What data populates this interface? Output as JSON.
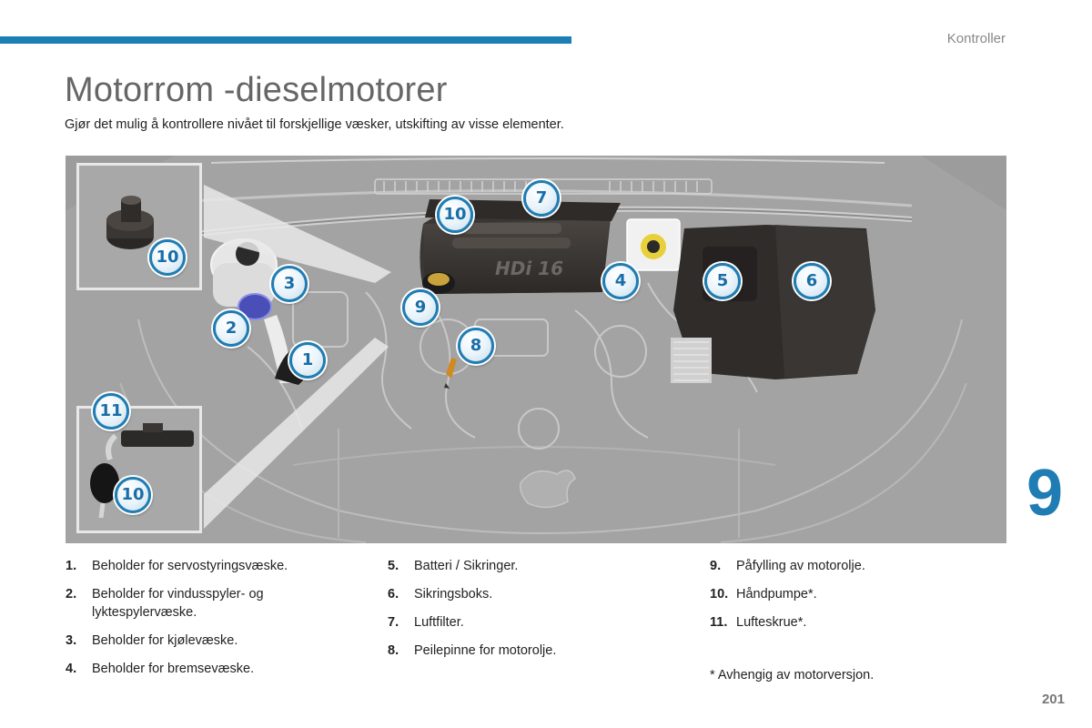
{
  "header": {
    "section": "Kontroller"
  },
  "title": "Motorrom -dieselmotorer",
  "intro": "Gjør det mulig å kontrollere nivået til forskjellige væsker, utskifting av visse elementer.",
  "figure": {
    "engine_badge": "HDi 16",
    "callouts": [
      "10",
      "3",
      "2",
      "1",
      "11",
      "10",
      "10",
      "7",
      "9",
      "8",
      "4",
      "5",
      "6"
    ]
  },
  "legend": [
    [
      {
        "num": "1.",
        "text": "Beholder for servostyringsvæske."
      },
      {
        "num": "2.",
        "text": "Beholder for vindusspyler- og lyktespylervæske."
      },
      {
        "num": "3.",
        "text": "Beholder for kjølevæske."
      },
      {
        "num": "4.",
        "text": "Beholder for bremsevæske."
      }
    ],
    [
      {
        "num": "5.",
        "text": "Batteri / Sikringer."
      },
      {
        "num": "6.",
        "text": "Sikringsboks."
      },
      {
        "num": "7.",
        "text": "Luftfilter."
      },
      {
        "num": "8.",
        "text": "Peilepinne for motorolje."
      }
    ],
    [
      {
        "num": "9.",
        "text": "Påfylling av motorolje."
      },
      {
        "num": "10.",
        "text": "Håndpumpe*."
      },
      {
        "num": "11.",
        "text": "Lufteskrue*."
      }
    ]
  ],
  "footnote": "* Avhengig av motorversjon.",
  "chapter_number": "9",
  "page_number": "201",
  "colors": {
    "accent": "#1f7db3",
    "figure_background": "#9c9c9c",
    "engine_cover": "#3a3634"
  }
}
